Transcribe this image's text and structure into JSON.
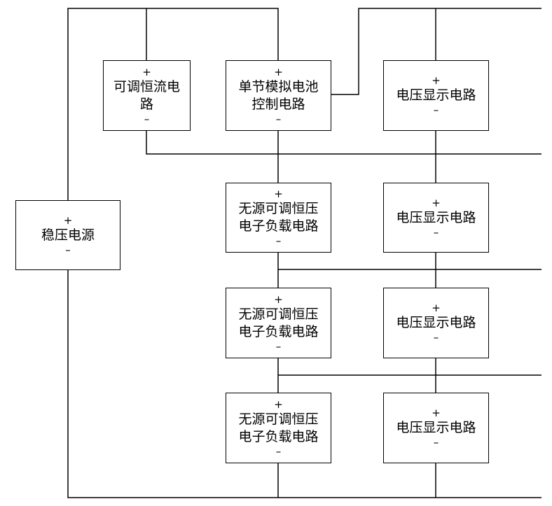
{
  "terminals": {
    "positive": "+",
    "negative": "–"
  },
  "blocks": {
    "regulated_supply": {
      "lines": [
        "稳压电源"
      ]
    },
    "adjustable_current": {
      "lines": [
        "可调恒流电",
        "路"
      ]
    },
    "cell_simulation": {
      "lines": [
        "单节模拟电池",
        "控制电路"
      ]
    },
    "passive_load_1": {
      "lines": [
        "无源可调恒压",
        "电子负载电路"
      ]
    },
    "passive_load_2": {
      "lines": [
        "无源可调恒压",
        "电子负载电路"
      ]
    },
    "passive_load_3": {
      "lines": [
        "无源可调恒压",
        "电子负载电路"
      ]
    },
    "voltage_display_1": {
      "lines": [
        "电压显示电路"
      ]
    },
    "voltage_display_2": {
      "lines": [
        "电压显示电路"
      ]
    },
    "voltage_display_3": {
      "lines": [
        "电压显示电路"
      ]
    },
    "voltage_display_4": {
      "lines": [
        "电压显示电路"
      ]
    }
  }
}
